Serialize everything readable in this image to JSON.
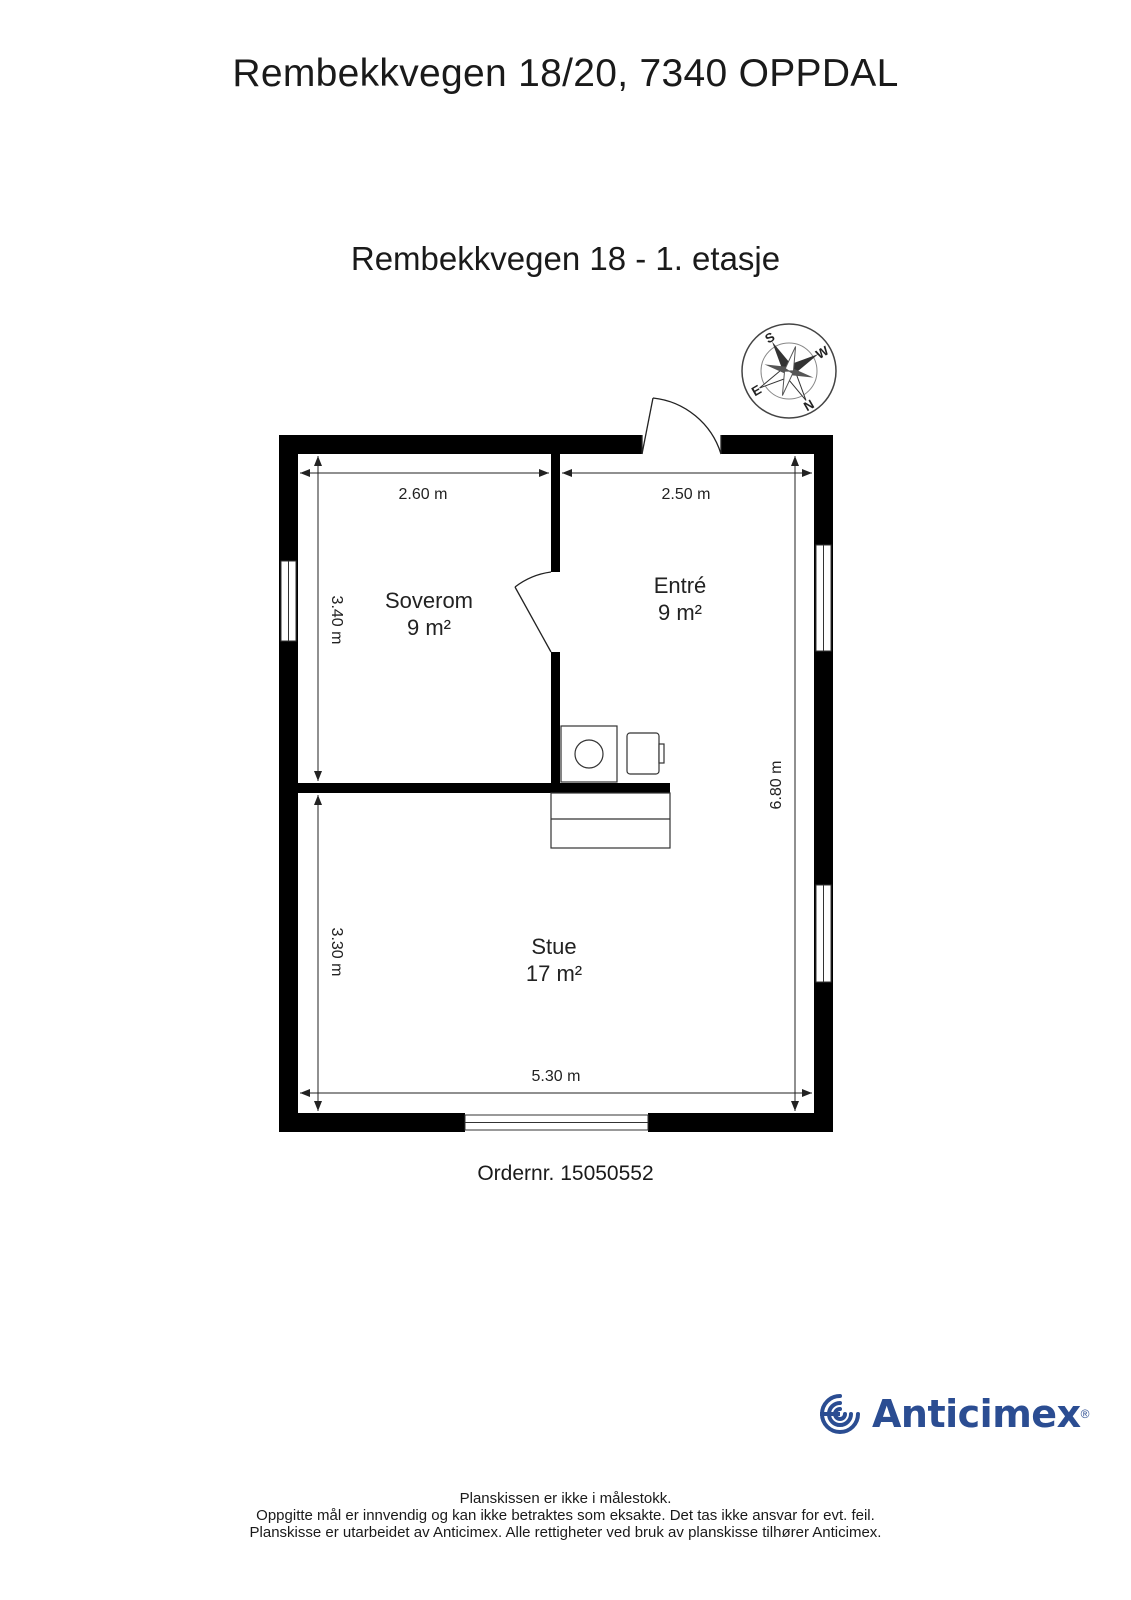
{
  "header": {
    "address": "Rembekkvegen 18/20, 7340 OPPDAL",
    "floor": "Rembekkvegen 18 - 1. etasje"
  },
  "compass": {
    "labels": [
      "S",
      "E",
      "N",
      "W"
    ]
  },
  "rooms": [
    {
      "name": "Soverom",
      "area": "9 m²"
    },
    {
      "name": "Entré",
      "area": "9 m²"
    },
    {
      "name": "Stue",
      "area": "17 m²"
    }
  ],
  "dimensions": {
    "soverom_width": "2.60 m",
    "entre_width": "2.50 m",
    "soverom_depth": "3.40 m",
    "stue_depth": "3.30 m",
    "total_depth": "6.80 m",
    "total_width": "5.30 m"
  },
  "order": "Ordernr. 15050552",
  "brand": {
    "name": "Anticimex",
    "color": "#2b4d92"
  },
  "footer": {
    "line1": "Planskissen er ikke i målestokk.",
    "line2": "Oppgitte mål er innvendig og kan ikke betraktes som eksakte. Det tas ikke ansvar for evt. feil.",
    "line3": "Planskisse er utarbeidet av Anticimex. Alle rettigheter ved bruk av planskisse tilhører Anticimex."
  }
}
